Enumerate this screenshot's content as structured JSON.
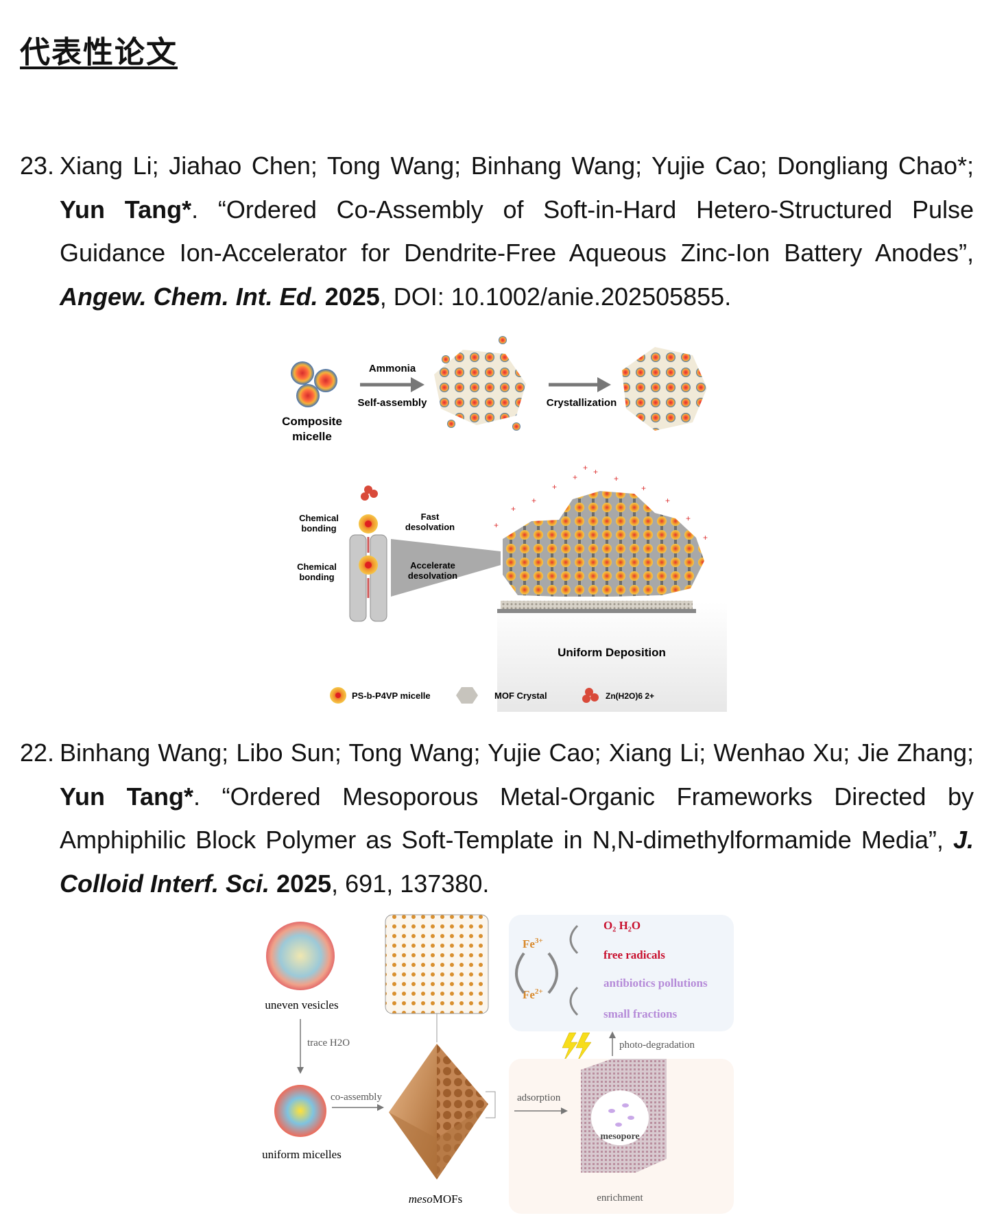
{
  "page_heading": "代表性论文",
  "entries": [
    {
      "number": "23.",
      "authors": "Xiang Li; Jiahao Chen; Tong Wang; Binhang Wang; Yujie Cao; Dongliang Chao*;",
      "corresponding": "Yun Tang*",
      "title": ". “Ordered Co-Assembly of Soft-in-Hard Hetero-Structured Pulse Guidance Ion-Accelerator for Dendrite-Free Aqueous Zinc-Ion Battery Anodes”, ",
      "journal": "Angew. Chem. Int. Ed.",
      "year": "2025",
      "tail": ", DOI: 10.1002/anie.202505855."
    },
    {
      "number": "22.",
      "authors": "Binhang Wang; Libo Sun; Tong Wang; Yujie Cao; Xiang Li; Wenhao Xu; Jie Zhang;",
      "corresponding": "Yun Tang*",
      "title": ". “Ordered Mesoporous Metal-Organic Frameworks Directed by Amphiphilic Block Polymer as Soft-Template in N,N-dimethylformamide Media”, ",
      "journal": "J. Colloid Interf. Sci.",
      "year": "2025",
      "tail": ", 691, 137380."
    }
  ],
  "figure1": {
    "micelle_label": [
      "Composite",
      "micelle"
    ],
    "arrow1_top": "Ammonia",
    "arrow1_bottom": "Self-assembly",
    "arrow2_bottom": "Crystallization",
    "chem_bonding_1": [
      "Chemical",
      "bonding"
    ],
    "chem_bonding_2": [
      "Chemical",
      "bonding"
    ],
    "fast_desolvation": [
      "Fast",
      "desolvation"
    ],
    "accelerate_desolvation": [
      "Accelerate",
      "desolvation"
    ],
    "uniform_deposition": "Uniform Deposition",
    "legend": [
      "PS-b-P4VP micelle",
      "MOF Crystal",
      "Zn(H2O)6 2+"
    ]
  },
  "figure2": {
    "uneven_vesicles": "uneven vesicles",
    "trace_h2o": "trace H2O",
    "uniform_micelles": "uniform micelles",
    "co_assembly": "co-assembly",
    "meso_mofs_italic": "meso",
    "meso_mofs": "MOFs",
    "adsorption": "adsorption",
    "enrichment": "enrichment",
    "mesopore": "mesopore",
    "photo_degradation": "photo-degradation",
    "fe3": "Fe",
    "fe3_sup": "3+",
    "fe2": "Fe",
    "fe2_sup": "2+",
    "o2_h2o": "O₂   H₂O",
    "free_radicals": "free radicals",
    "antibiotics": "antibiotics pollutions",
    "small_fractions": "small fractions"
  }
}
